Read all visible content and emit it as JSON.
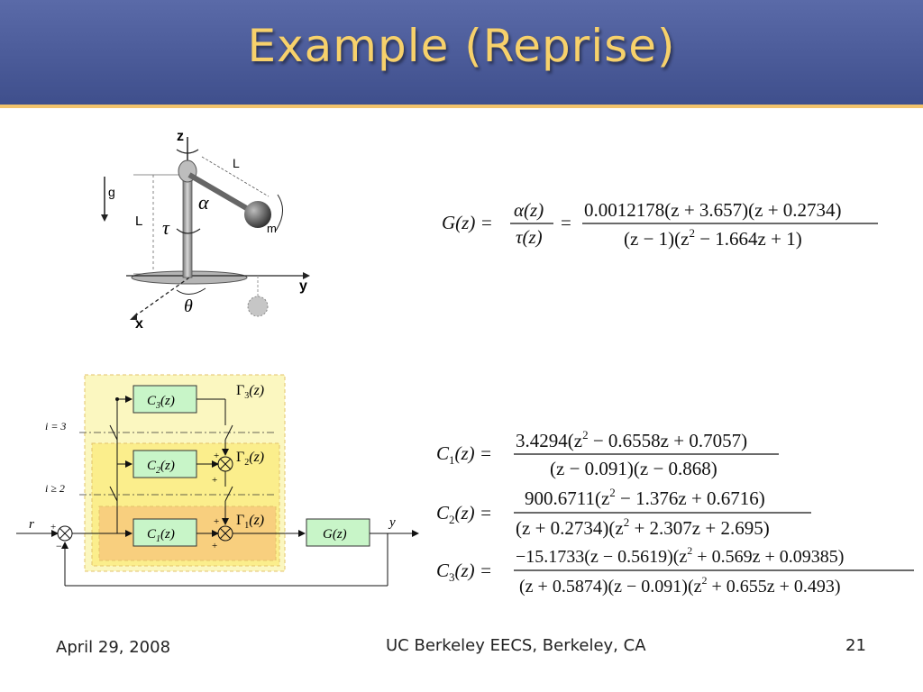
{
  "slide": {
    "title": "Example (Reprise)",
    "footer_date": "April 29, 2008",
    "footer_org": "UC Berkeley EECS, Berkeley, CA",
    "page_number": "21"
  },
  "pendulum": {
    "labels": {
      "z": "z",
      "g": "g",
      "L_vertical": "L",
      "L_arm": "L",
      "alpha": "α",
      "tau": "τ",
      "m": "m",
      "y": "y",
      "x": "x",
      "theta": "θ"
    }
  },
  "block_diagram": {
    "labels": {
      "c3": "C",
      "c3_sub": "3",
      "c3_arg": "(z)",
      "c2": "C",
      "c2_sub": "2",
      "c2_arg": "(z)",
      "c1": "C",
      "c1_sub": "1",
      "c1_arg": "(z)",
      "g": "G(z)",
      "gamma3": "Γ",
      "gamma3_sub": "3",
      "gamma3_arg": "(z)",
      "gamma2": "Γ",
      "gamma2_sub": "2",
      "gamma2_arg": "(z)",
      "gamma1": "Γ",
      "gamma1_sub": "1",
      "gamma1_arg": "(z)",
      "i3": "i = 3",
      "i2": "i ≥ 2",
      "r": "r",
      "y": "y",
      "plus": "+",
      "minus": "−"
    },
    "colors": {
      "outer": "#fbf7c0",
      "middle": "#fbee8c",
      "inner": "#f8cf7e",
      "block_fill": "#c8f5c8",
      "dash": "#e3c36a"
    }
  },
  "equations": {
    "G": {
      "lhs": "G(z) = ",
      "mid_num": "α(z)",
      "mid_den": "τ(z)",
      "eq": "=",
      "num": "0.0012178(z + 3.657)(z + 0.2734)",
      "den_a": "(z − 1)(z",
      "den_sup": "2",
      "den_b": " − 1.664z + 1)"
    },
    "C1": {
      "lhs": "C",
      "sub": "1",
      "lhs_tail": "(z) =",
      "num_a": "3.4294(z",
      "num_sup": "2",
      "num_b": " − 0.6558z + 0.7057)",
      "den": "(z − 0.091)(z − 0.868)"
    },
    "C2": {
      "lhs": "C",
      "sub": "2",
      "lhs_tail": "(z) =",
      "num_a": "900.6711(z",
      "num_sup": "2",
      "num_b": " − 1.376z + 0.6716)",
      "den_a": "(z + 0.2734)(z",
      "den_sup": "2",
      "den_b": " + 2.307z + 2.695)"
    },
    "C3": {
      "lhs": "C",
      "sub": "3",
      "lhs_tail": "(z) =",
      "num_a": "−15.1733(z − 0.5619)(z",
      "num_sup": "2",
      "num_b": " + 0.569z + 0.09385)",
      "den_a": "(z + 0.5874)(z − 0.091)(z",
      "den_sup": "2",
      "den_b": " + 0.655z + 0.493)"
    }
  }
}
